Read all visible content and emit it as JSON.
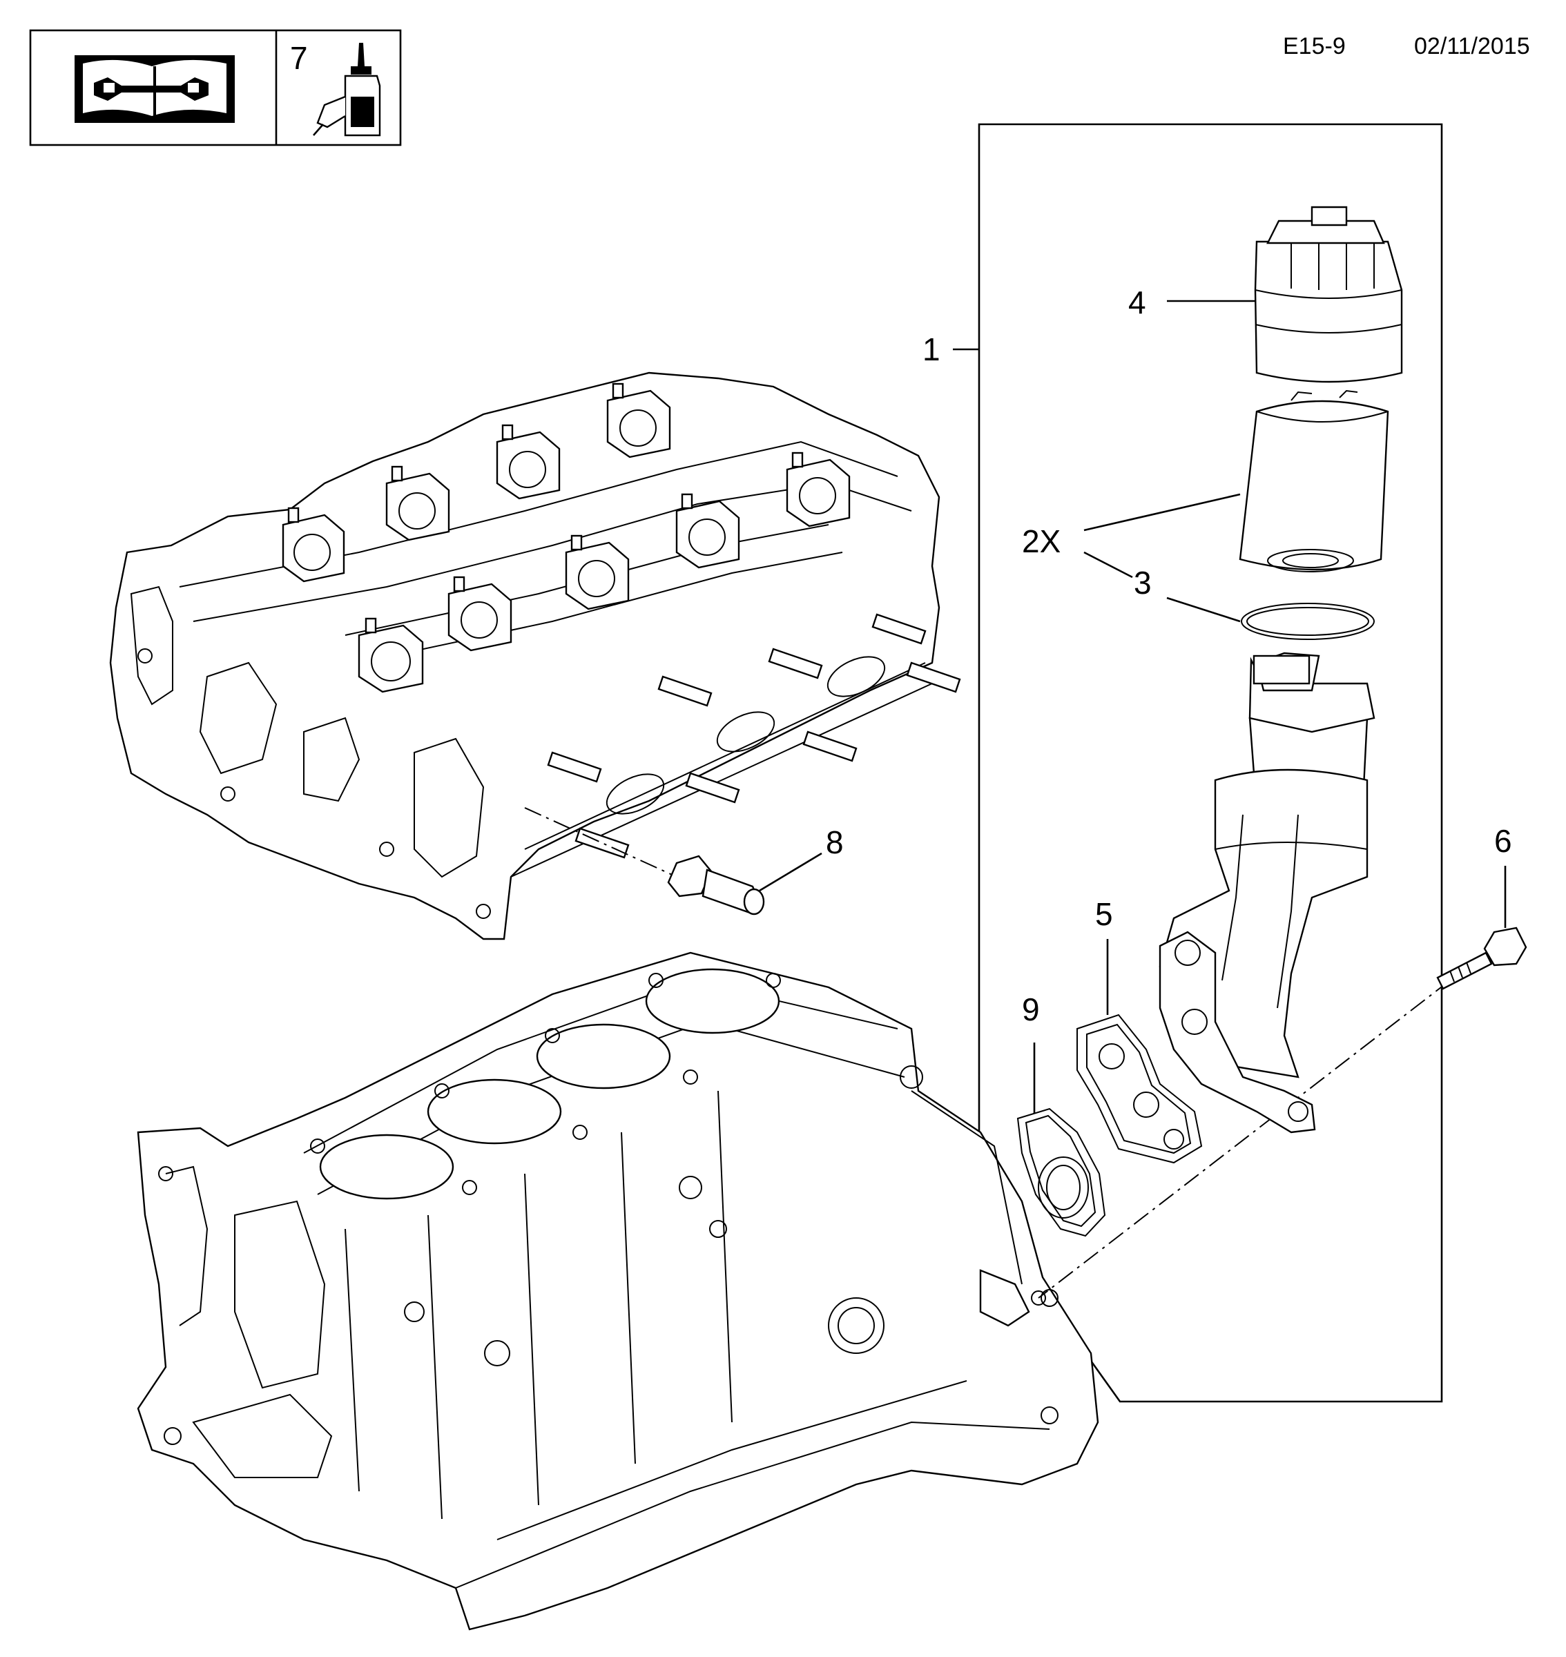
{
  "header": {
    "code": "E15-9",
    "date": "02/11/2015"
  },
  "legend": {
    "book_icon": "service-manual-book-icon",
    "adhesive_label": "7",
    "adhesive_icon": "sealant-bottle-icon"
  },
  "callouts": [
    {
      "id": "1"
    },
    {
      "id": "2X"
    },
    {
      "id": "3"
    },
    {
      "id": "4"
    },
    {
      "id": "5"
    },
    {
      "id": "6"
    },
    {
      "id": "8"
    },
    {
      "id": "9"
    }
  ],
  "labels": {
    "c1": "1",
    "c2x": "2X",
    "c3": "3",
    "c4": "4",
    "c5": "5",
    "c6": "6",
    "c8": "8",
    "c9": "9"
  },
  "colors": {
    "ink": "#000000",
    "paper": "#ffffff"
  }
}
